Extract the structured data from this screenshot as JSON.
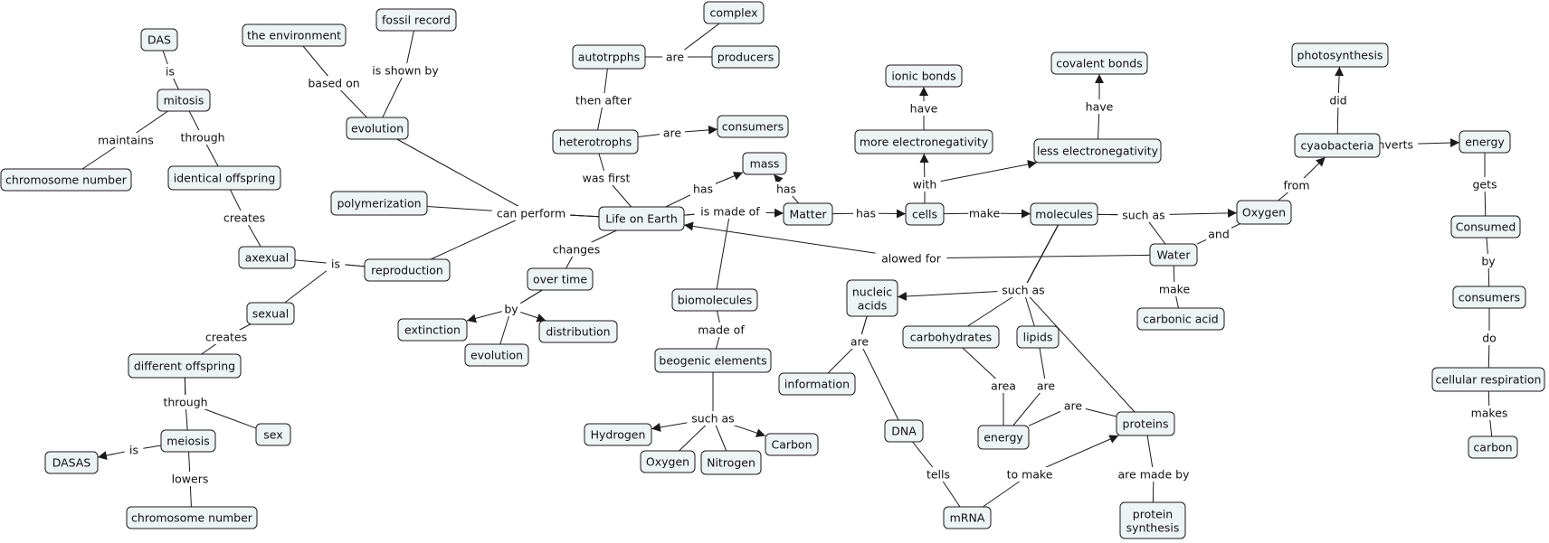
{
  "nodes": {
    "das": "DAS",
    "environment": "the environment",
    "fossil": "fossil record",
    "complex": "complex",
    "autotrpphs": "autotrpphs",
    "producers": "producers",
    "photosynthesis": "photosynthesis",
    "ionic": "ionic bonds",
    "covalent": "covalent bonds",
    "mitosis": "mitosis",
    "evolution1": "evolution",
    "heterotrophs": "heterotrophs",
    "consumers1": "consumers",
    "moreEN": "more electronegativity",
    "lessEN": "less electronegativity",
    "cyaobacteria": "cyaobacteria",
    "energy1": "energy",
    "mass": "mass",
    "chromosome1": "chromosome number",
    "identical": "identical offspring",
    "polymerization": "polymerization",
    "life": "Life on Earth",
    "matter": "Matter",
    "cells": "cells",
    "molecules": "molecules",
    "oxygen1": "Oxygen",
    "consumed": "Consumed",
    "axexual": "axexual",
    "reproduction": "reproduction",
    "water": "Water",
    "overtime": "over time",
    "nucleic": "nucleic\nacids",
    "consumers2": "consumers",
    "sexual": "sexual",
    "biomolecules": "biomolecules",
    "carbonic": "carbonic acid",
    "extinction": "extinction",
    "distribution": "distribution",
    "carbohydrates": "carbohydrates",
    "lipids": "lipids",
    "different": "different offspring",
    "evolution2": "evolution",
    "beogenic": "beogenic elements",
    "cellresp": "cellular respiration",
    "information": "information",
    "proteins": "proteins",
    "dna": "DNA",
    "energy2": "energy",
    "hydrogen": "Hydrogen",
    "sex": "sex",
    "meiosis": "meiosis",
    "carbon1": "Carbon",
    "carbon2": "carbon",
    "dasas": "DASAS",
    "oxygen2": "Oxygen",
    "nitrogen": "Nitrogen",
    "chromosome2": "chromosome number",
    "mrna": "mRNA",
    "proteinSynth": "protein\nsynthesis"
  },
  "links": {
    "is1": "is",
    "maintains": "maintains",
    "through1": "through",
    "creates1": "creates",
    "is2": "is",
    "basedon": "based on",
    "isshownby": "is shown by",
    "canperform": "can perform",
    "are1": "are",
    "thenafter": "then after",
    "are2": "are",
    "wasfirst": "was first",
    "has1": "has",
    "has2": "has",
    "ismadeof": "is made of",
    "changes": "changes",
    "has3": "has",
    "make1": "make",
    "with": "with",
    "have1": "have",
    "have2": "have",
    "suchas1": "such as",
    "from": "from",
    "and": "and",
    "alowedfor": "alowed for",
    "make2": "make",
    "did": "did",
    "converts": "converts",
    "gets": "gets",
    "by1": "by",
    "do": "do",
    "makes": "makes",
    "by2": "by",
    "madeof": "made of",
    "suchas2": "such as",
    "suchas3": "such as",
    "are3": "are",
    "area": "area",
    "are4": "are",
    "are5": "are",
    "tells": "tells",
    "tomake": "to make",
    "aremadeby": "are made by",
    "creates2": "creates",
    "through2": "through",
    "is3": "is",
    "lowers": "lowers"
  }
}
